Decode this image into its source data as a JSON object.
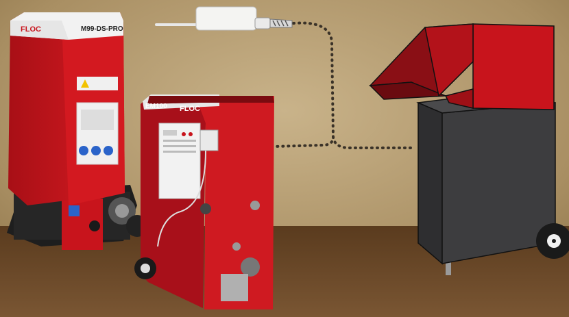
{
  "machines": {
    "left_brand": "FLOC",
    "left_model": "M99-DS-PRO",
    "middle_model": "EM100",
    "middle_brand": "FLOC"
  },
  "colors": {
    "wall": "#b0976a",
    "floor": "#6b4a2a",
    "machine_red": "#c8141c",
    "machine_dark": "#3a3a3c",
    "cable_dots": "#3a3228"
  }
}
